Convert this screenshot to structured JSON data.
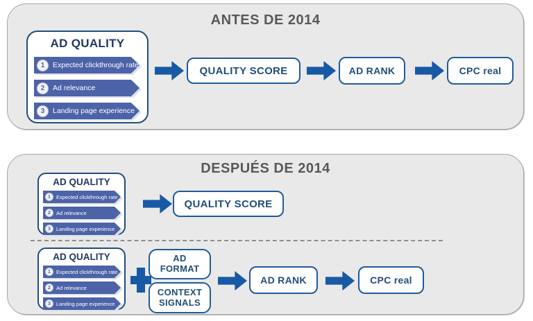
{
  "colors": {
    "panel_bg": "#e9e9e9",
    "panel_border": "#a6a6a6",
    "title_gray": "#58595b",
    "navy_title": "#203864",
    "node_border_blue": "#1f5c97",
    "node_text_blue": "#1f4e79",
    "arrow_blue": "#1759a5",
    "banner_blue": "#4c63a8"
  },
  "panels": [
    {
      "title": "ANTES DE 2014",
      "ad_quality": {
        "title": "AD QUALITY",
        "items": [
          {
            "num": "1",
            "label": "Expected clickthrough rate"
          },
          {
            "num": "2",
            "label": "Ad relevance"
          },
          {
            "num": "3",
            "label": "Landing page experience"
          }
        ]
      },
      "nodes": {
        "quality_score": "QUALITY SCORE",
        "ad_rank": "AD RANK",
        "cpc": "CPC real"
      }
    },
    {
      "title": "DESPUÉS DE 2014",
      "ad_quality": {
        "title": "AD QUALITY",
        "items": [
          {
            "num": "1",
            "label": "Expected clickthrough rate"
          },
          {
            "num": "2",
            "label": "Ad relevance"
          },
          {
            "num": "3",
            "label": "Landing page experience"
          }
        ]
      },
      "row1": {
        "quality_score": "QUALITY SCORE"
      },
      "row2": {
        "ad_format": "AD FORMAT",
        "context_signals": "CONTEXT SIGNALS",
        "ad_rank": "AD RANK",
        "cpc": "CPC real"
      }
    }
  ]
}
